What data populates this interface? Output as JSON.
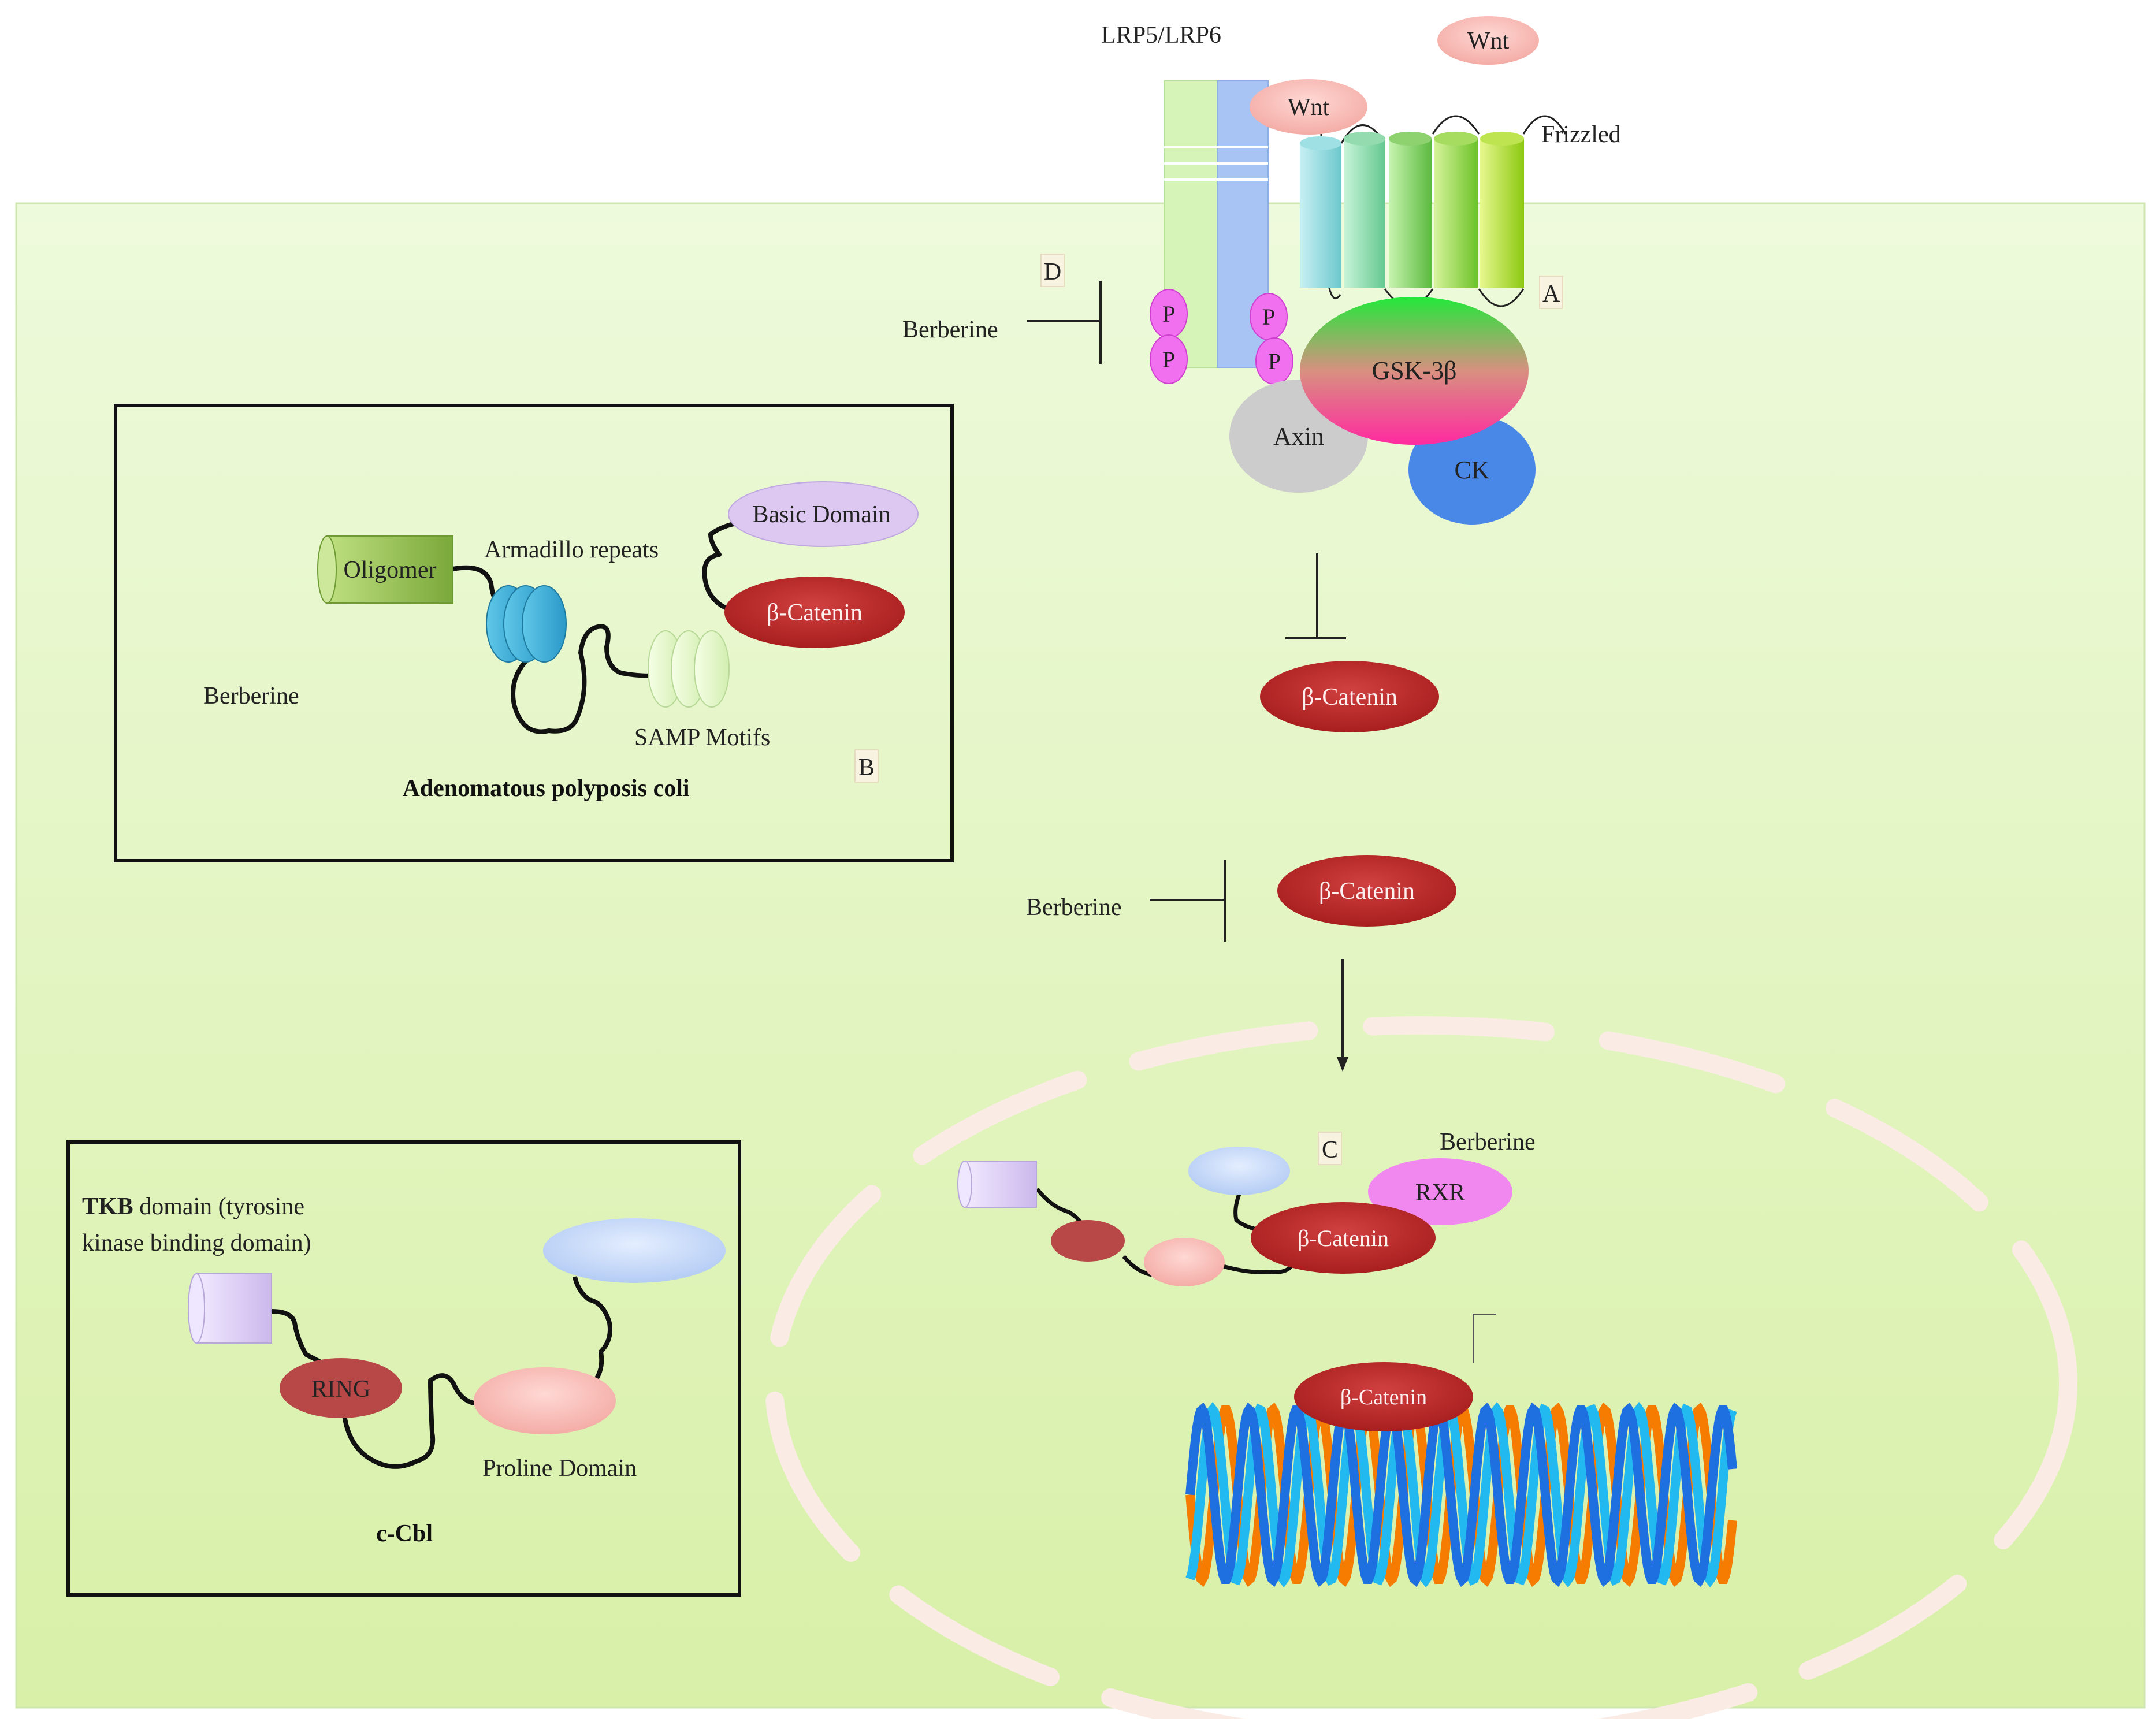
{
  "labels": {
    "lrp": "LRP5/LRP6",
    "wnt_top": "Wnt",
    "wnt_mid": "Wnt",
    "frizzled": "Frizzled",
    "marker_a": "A",
    "marker_b": "B",
    "marker_c": "C",
    "marker_d": "D",
    "p": "P",
    "gsk": "GSK-3β",
    "axin": "Axin",
    "ck": "CK",
    "berberine": "Berberine",
    "beta_catenin": "β-Catenin",
    "rxr": "RXR"
  },
  "apc_box": {
    "oligomer": "Oligomer",
    "armadillo": "Armadillo repeats",
    "basic_domain": "Basic Domain",
    "samp": "SAMP Motifs",
    "title": "Adenomatous polyposis coli"
  },
  "cbl_box": {
    "tkb_bold": "TKB",
    "tkb_rest_line1": " domain (tyrosine",
    "tkb_line2": "kinase binding domain)",
    "ring": "RING",
    "proline": "Proline Domain",
    "title": "c-Cbl"
  },
  "colors": {
    "cell_background": "#e6f7c8",
    "beta_catenin": "#b82828",
    "wnt": "#f7b8b0",
    "p_circle": "#f070f0",
    "ck": "#4a88e8",
    "axin": "#cfcfcf",
    "rxr": "#f088f0",
    "dna_orange": "#f57c00",
    "dna_blue": "#1e6fe0",
    "dna_cyan": "#22b8f0"
  }
}
